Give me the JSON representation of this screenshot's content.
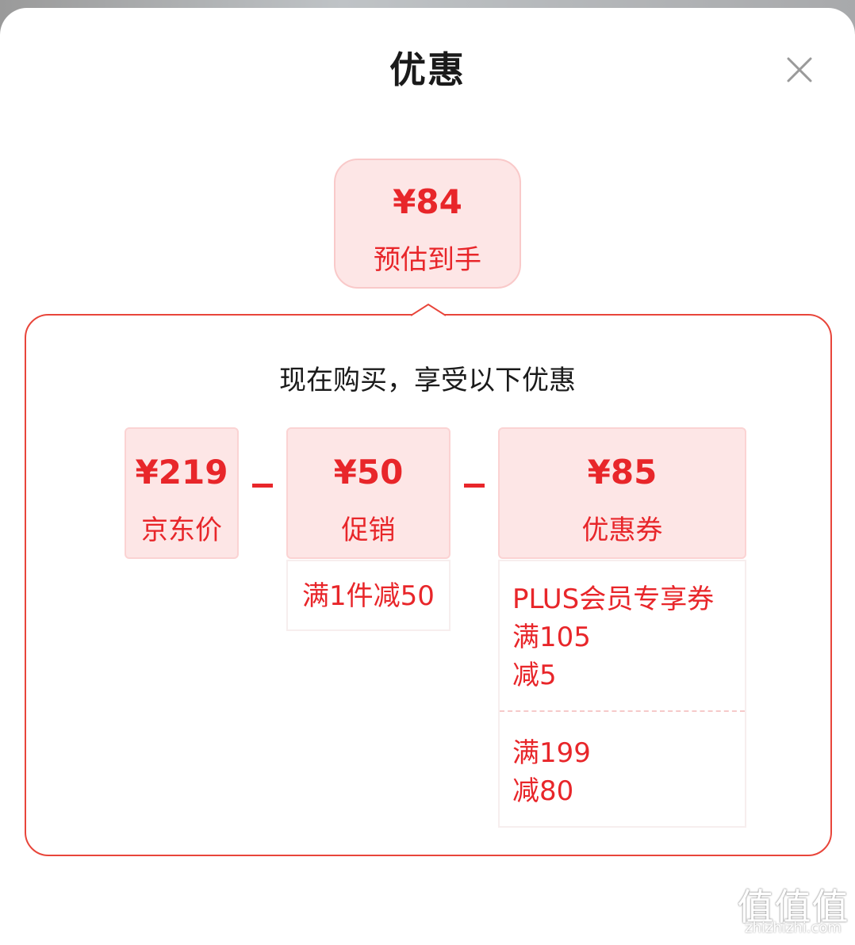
{
  "sheet": {
    "title": "优惠",
    "close_icon": "close-icon"
  },
  "estimate": {
    "price": "¥84",
    "label": "预估到手"
  },
  "panel": {
    "heading": "现在购买，享受以下优惠"
  },
  "breakdown": [
    {
      "price": "¥219",
      "label": "京东价"
    },
    {
      "price": "¥50",
      "label": "促销"
    },
    {
      "price": "¥85",
      "label": "优惠券"
    }
  ],
  "operators": [
    "-",
    "-"
  ],
  "promotion_details": [
    "满1件减50"
  ],
  "coupon_details": [
    {
      "lines": [
        "PLUS会员专享券",
        "满105",
        "减5"
      ]
    },
    {
      "lines": [
        "满199",
        "减80"
      ]
    }
  ],
  "watermark": {
    "glyphs": "值值值",
    "domain": "zhizhizhi.com"
  },
  "colors": {
    "accent": "#e8262a",
    "tile_bg": "#fde6e6",
    "panel_border": "#e8453a"
  }
}
